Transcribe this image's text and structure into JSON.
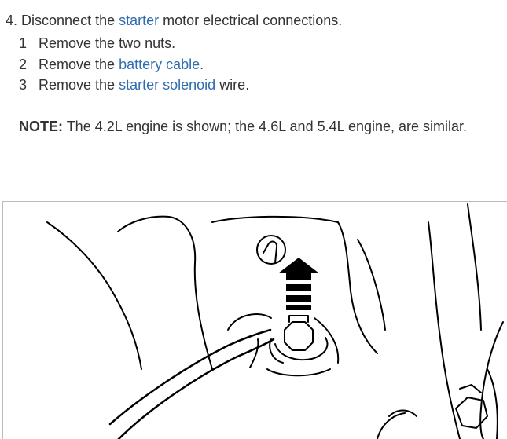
{
  "step": {
    "number": "4.",
    "text_before": "Disconnect the",
    "link": "starter",
    "text_after": "motor electrical connections."
  },
  "substeps": [
    {
      "number": "1",
      "text_before": "Remove the two nuts.",
      "link": "",
      "text_after": ""
    },
    {
      "number": "2",
      "text_before": "Remove the",
      "link": "battery cable",
      "text_after": "."
    },
    {
      "number": "3",
      "text_before": "Remove the",
      "link": "starter solenoid",
      "text_after": "wire."
    }
  ],
  "note": {
    "label": "NOTE:",
    "text": "The 4.2L engine is shown; the 4.6L and 5.4L engine, are similar."
  },
  "colors": {
    "text": "#333333",
    "link": "#2f6db0"
  },
  "figure": {
    "icons": [
      "arrow-up-icon"
    ]
  }
}
